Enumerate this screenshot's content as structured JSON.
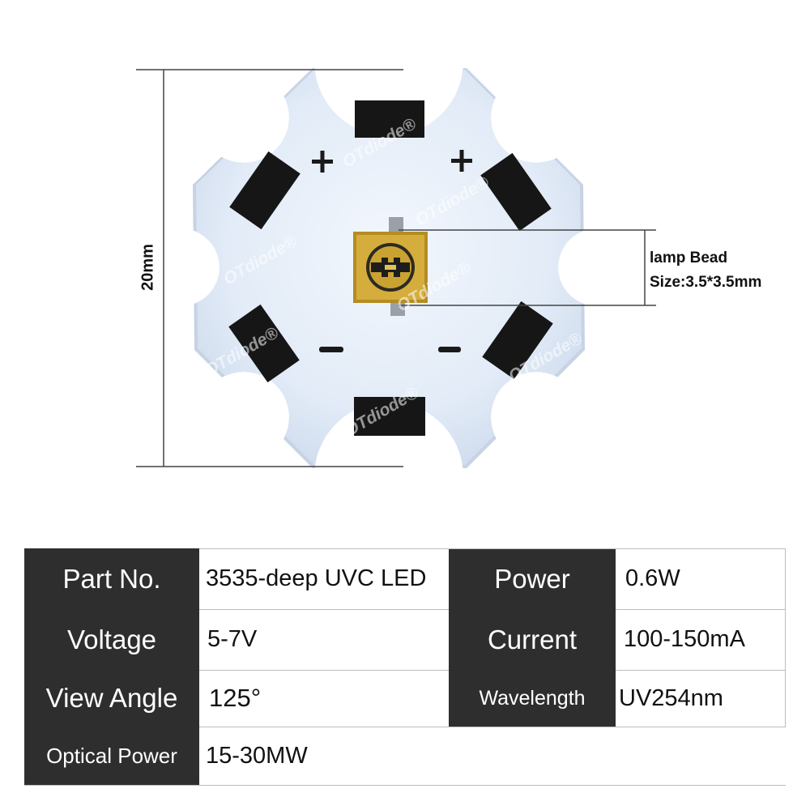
{
  "diagram": {
    "dimension_label": "20mm",
    "bead_label_line1": "lamp Bead",
    "bead_label_line2": "Size:3.5*3.5mm",
    "watermark": "OTdiode®",
    "plus_sign": "+",
    "minus_sign": "-",
    "colors": {
      "board": "#e4ecf7",
      "pad": "#161616",
      "bead_gold": "#c9a232",
      "dimension_line": "#444444"
    }
  },
  "specs": {
    "part_no_label": "Part No.",
    "part_no_value": "3535-deep UVC LED",
    "power_label": "Power",
    "power_value": "0.6W",
    "voltage_label": "Voltage",
    "voltage_value": "5-7V",
    "current_label": "Current",
    "current_value": "100-150mA",
    "view_angle_label": "View Angle",
    "view_angle_value": "125°",
    "wavelength_label": "Wavelength",
    "wavelength_value": "UV254nm",
    "optical_power_label": "Optical Power",
    "optical_power_value": "15-30MW",
    "colors": {
      "header_bg": "#2e2e2e",
      "header_text": "#ffffff",
      "value_text": "#111111"
    }
  }
}
